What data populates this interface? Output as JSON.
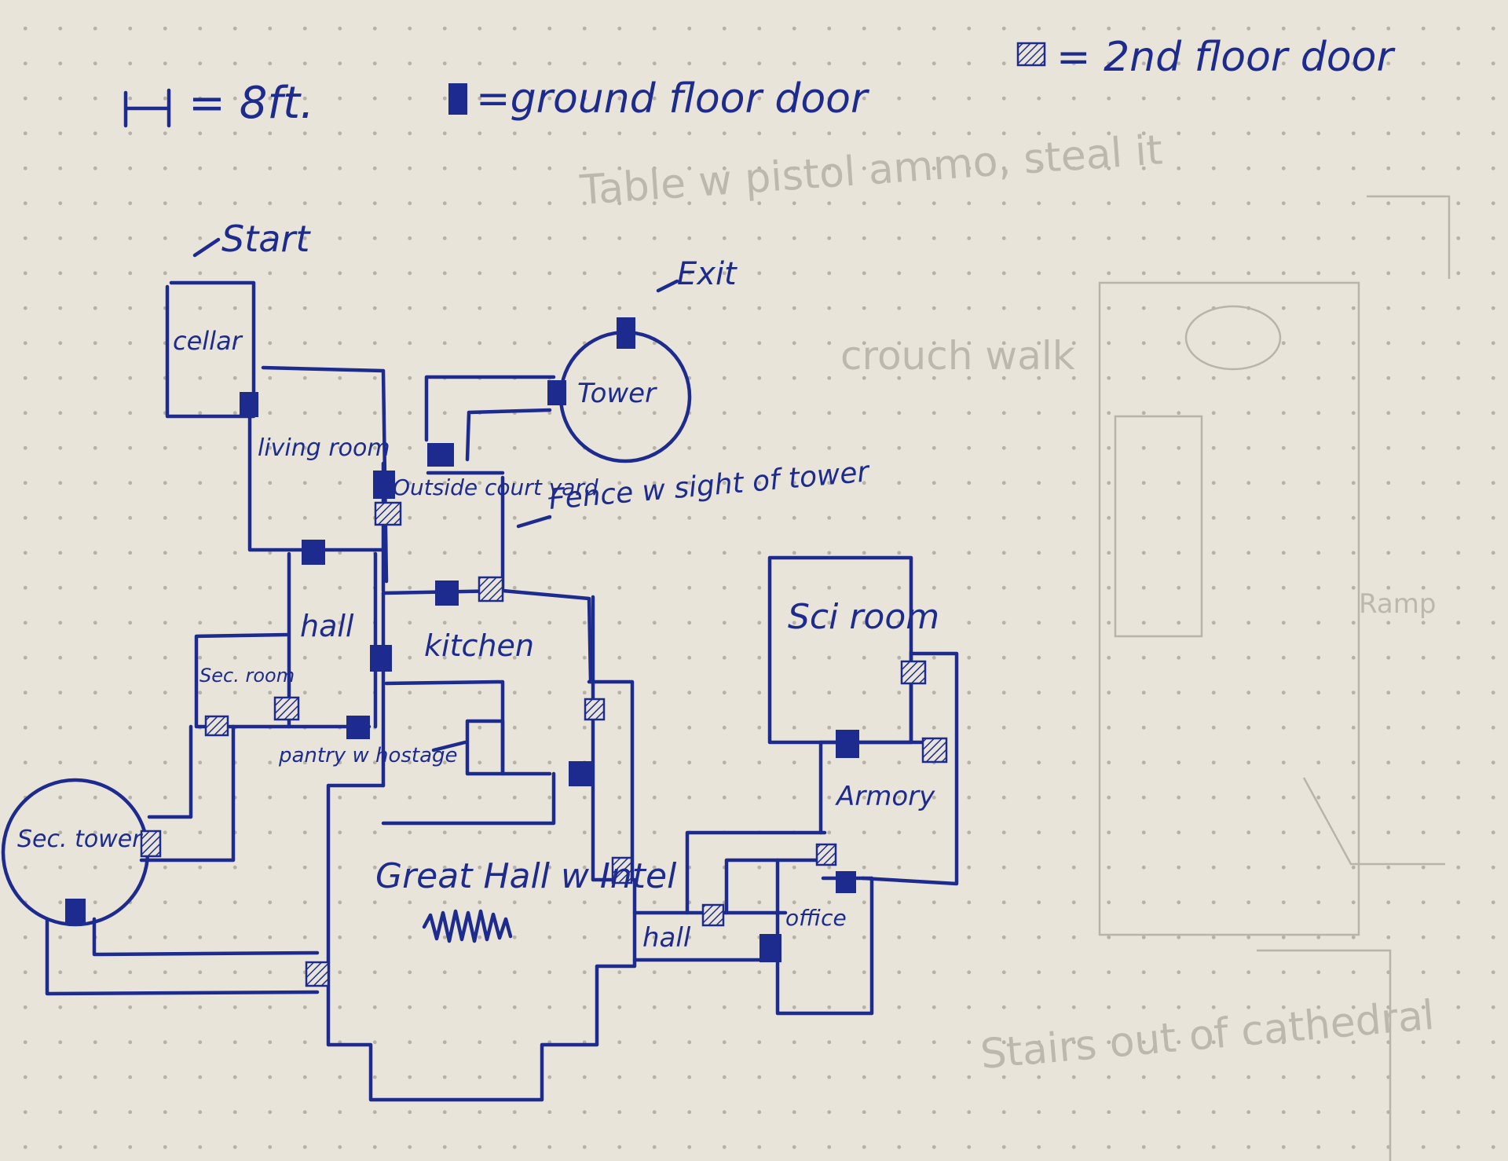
{
  "legend": {
    "scale_text": "= 8ft.",
    "ground_door_text": "=ground floor door",
    "second_door_text": "= 2nd floor door"
  },
  "notes": {
    "start": "Start",
    "exit": "Exit",
    "fence": "Fence w sight of tower"
  },
  "rooms": {
    "cellar": "cellar",
    "living_room": "living room",
    "outside_courtyard": "Outside court yard",
    "tower": "Tower",
    "hall_upper": "hall",
    "kitchen": "kitchen",
    "sec_room_left": "Sec. room",
    "pantry": "pantry w hostage",
    "sec_tower": "Sec. tower",
    "great_hall": "Great Hall w Intel",
    "sci_room": "Sci room",
    "armory": "Armory",
    "hall_lower": "hall",
    "office": "office"
  },
  "background_faint": {
    "line1": "Table w pistol ammo, steal it",
    "line2": "crouch walk",
    "line3": "Stairs out of cathedral",
    "line4": "Ramp"
  },
  "colors": {
    "ink": "#1d2b8f",
    "paper": "#e8e4da",
    "dots": "#b7b2a8",
    "ghost": "#b9b4ab"
  }
}
